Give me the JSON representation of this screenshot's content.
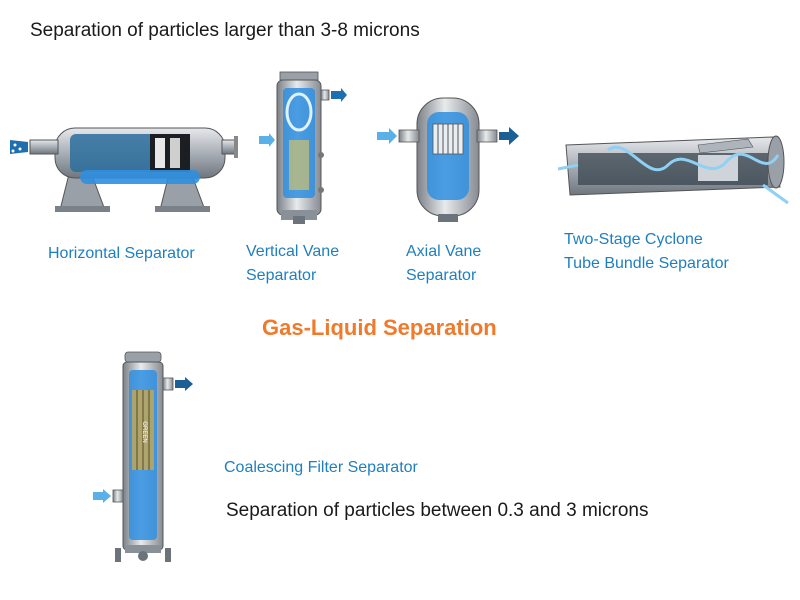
{
  "top_caption": "Separation of particles larger than 3-8 microns",
  "center_title": "Gas-Liquid Separation",
  "bottom_caption": "Separation of particles between 0.3 and 3 microns",
  "separators": {
    "horizontal": {
      "label": "Horizontal Separator"
    },
    "vertical_vane": {
      "label_line1": "Vertical Vane",
      "label_line2": "Separator"
    },
    "axial_vane": {
      "label_line1": "Axial Vane",
      "label_line2": "Separator"
    },
    "cyclone": {
      "label_line1": "Two-Stage Cyclone",
      "label_line2": "Tube Bundle Separator"
    },
    "coalescing": {
      "label": "Coalescing Filter Separator",
      "cartridge_text": "GREEN"
    }
  },
  "colors": {
    "accent_blue": "#1e7fc0",
    "title_orange": "#f07a2a",
    "liquid_blue": "#2f8fe0",
    "steel": "#b9bec4"
  }
}
